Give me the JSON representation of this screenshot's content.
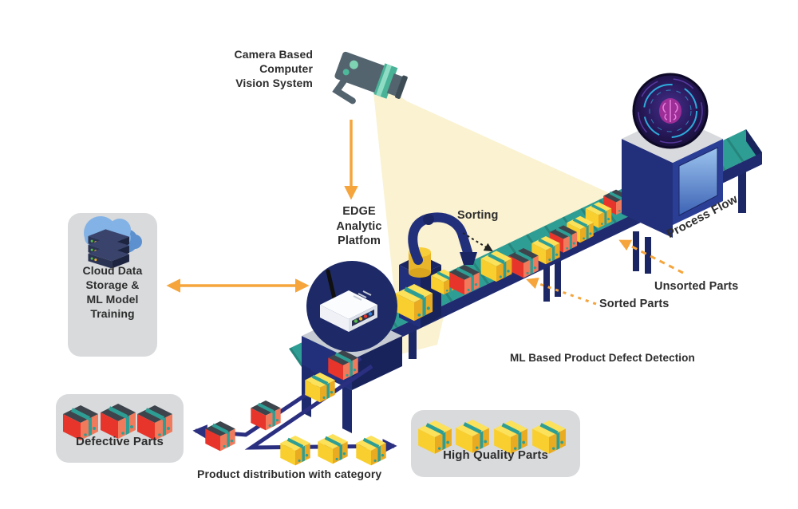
{
  "diagram": {
    "title": "ML Based Product Defect Detection",
    "labels": {
      "camera_system": "Camera Based\nComputer\nVision System",
      "edge_platform": "EDGE\nAnalytic\nPlatfom",
      "cloud_storage": "Cloud Data\nStorage &\nML Model\nTraining",
      "sorting": "Sorting",
      "process_flow": "Process Flow",
      "unsorted_parts": "Unsorted Parts",
      "sorted_parts": "Sorted Parts",
      "defective_parts": "Defective Parts",
      "high_quality_parts": "High Quality Parts",
      "distribution_caption": "Product distribution with category"
    },
    "icons": {
      "camera": "security-camera-icon",
      "edge_device": "wifi-router-icon",
      "cloud": "cloud-servers-icon",
      "ai_badge": "ai-brain-icon",
      "robot": "robot-arm-icon",
      "defective_box": "red-defective-box-icon",
      "quality_box": "yellow-quality-box-icon"
    },
    "colors": {
      "arrow_orange": "#F5A53C",
      "distribution_navy": "#2B2F80",
      "structure_navy": "#22307C",
      "belt_teal": "#2E9E95",
      "beam_yellow": "#FAF1CC",
      "panel_gray": "#D8DADC",
      "defective_red": "#E8352B",
      "quality_yellow": "#F9CF2F",
      "text": "#2D2D2D"
    }
  }
}
